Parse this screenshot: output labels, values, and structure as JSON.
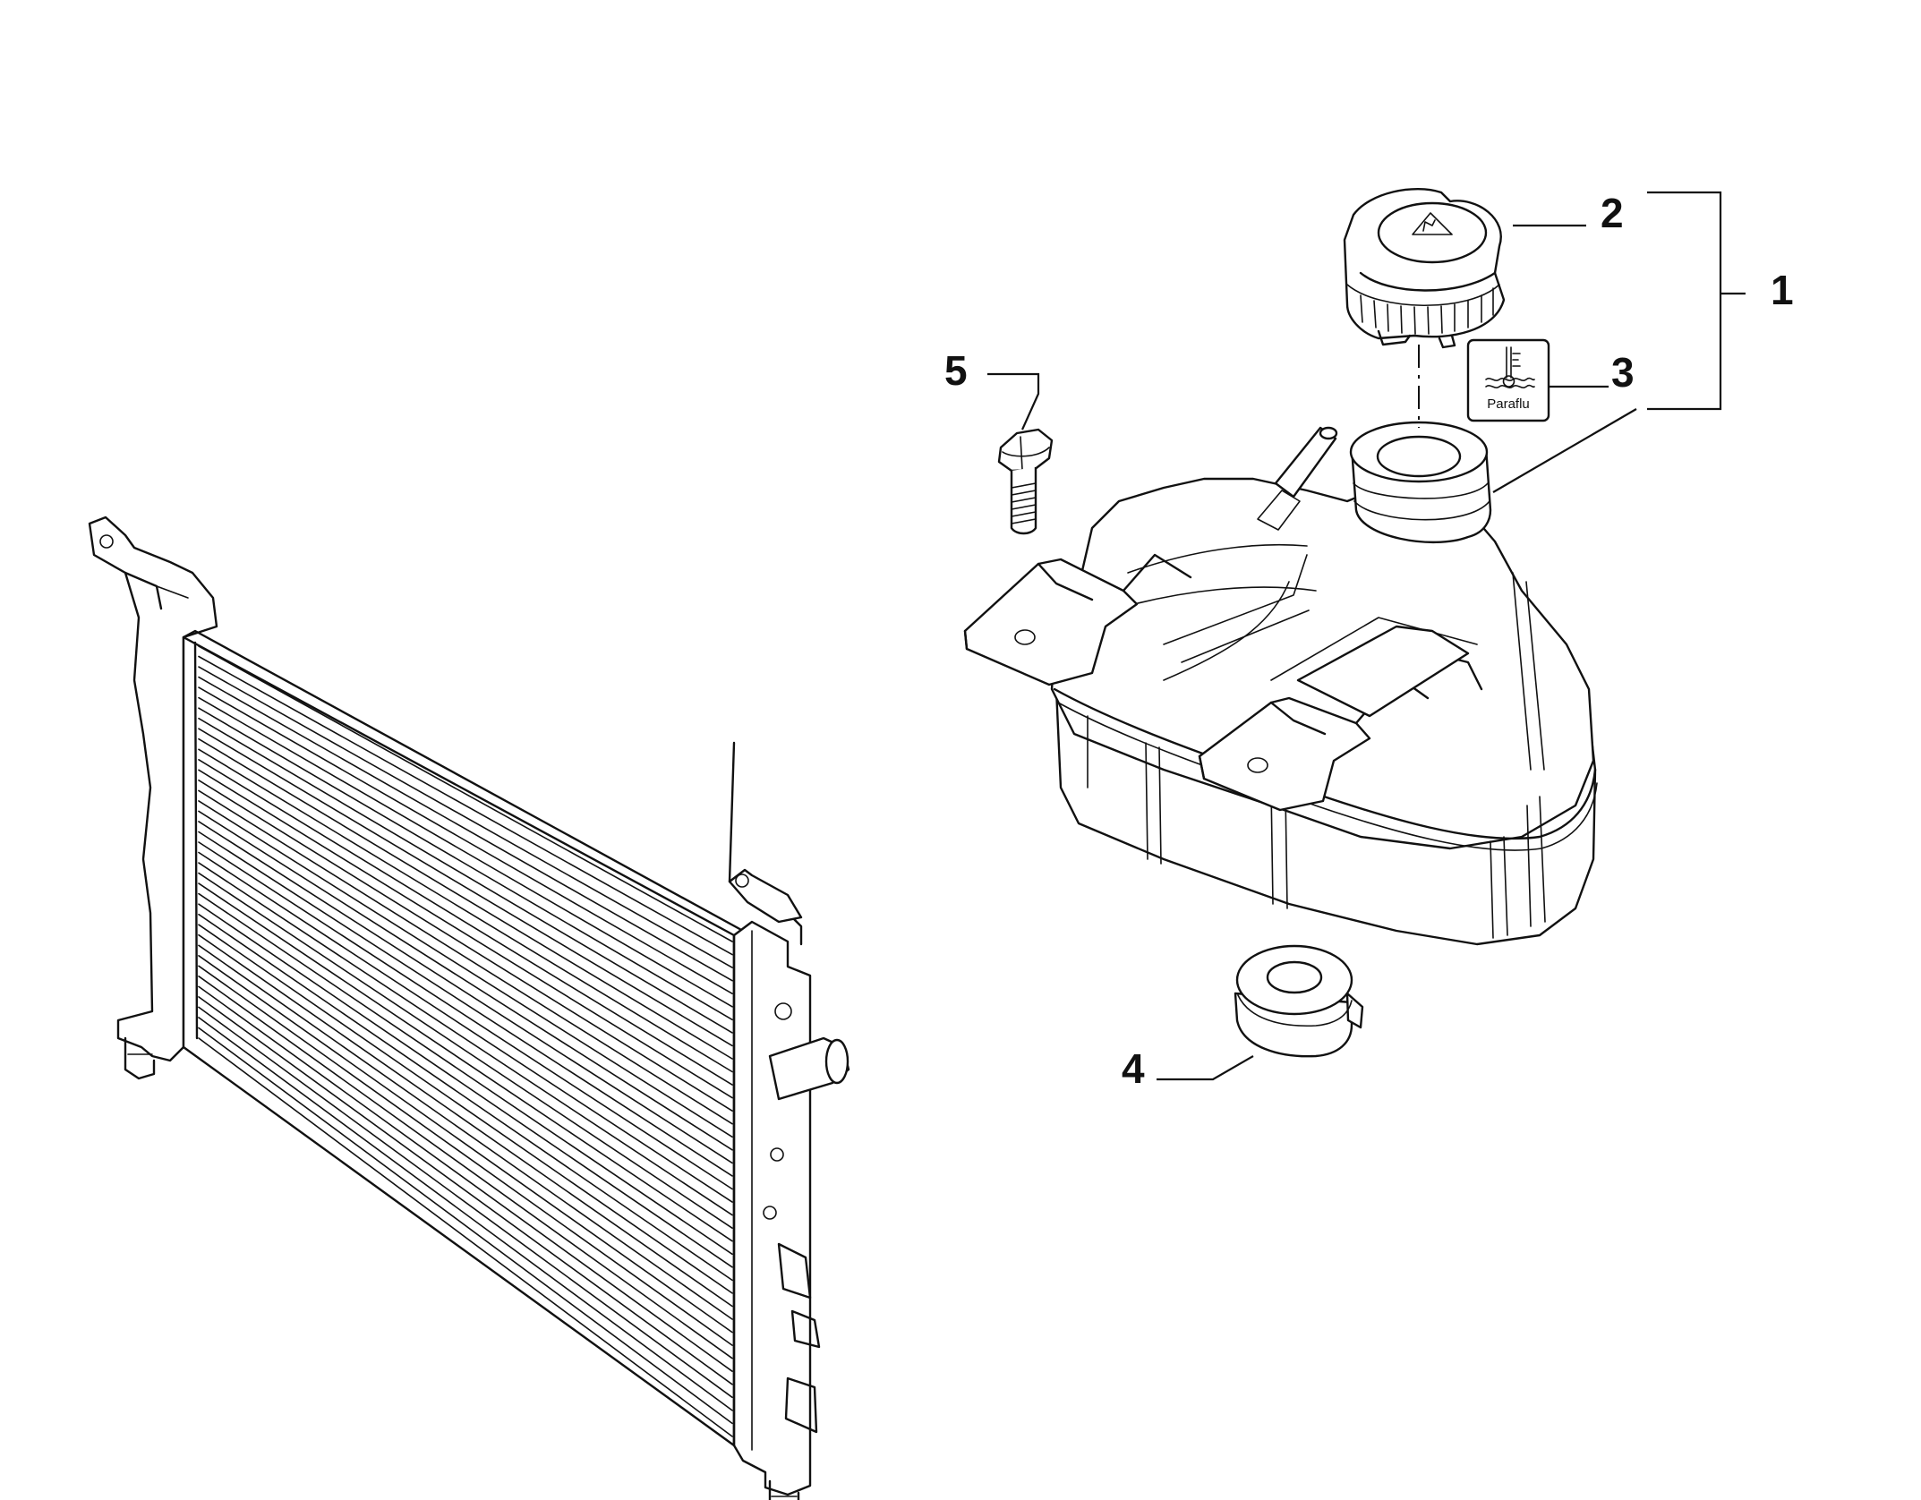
{
  "diagram": {
    "callouts": [
      {
        "id": "1",
        "label": "1"
      },
      {
        "id": "2",
        "label": "2"
      },
      {
        "id": "3",
        "label": "3"
      },
      {
        "id": "4",
        "label": "4"
      },
      {
        "id": "5",
        "label": "5"
      }
    ],
    "sticker_text": "Paraflu"
  },
  "colors": {
    "ink": "#111111",
    "background": "#ffffff"
  },
  "icons": [
    "warning-triangle-icon",
    "thermometer-icon",
    "coolant-level-icon"
  ]
}
